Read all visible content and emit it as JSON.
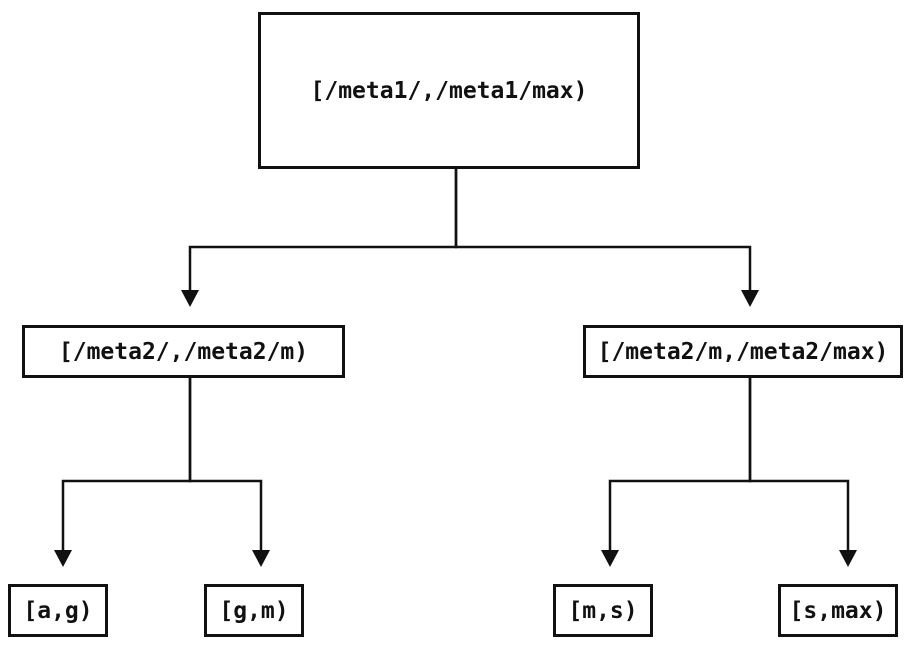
{
  "diagram": {
    "type": "binary-interval-tree",
    "background_color": "#ffffff",
    "line_color": "#111111",
    "text_color": "#111111",
    "nodes": {
      "root": {
        "label": "[/meta1/,/meta1/max)"
      },
      "meta2_left": {
        "label": "[/meta2/,/meta2/m)"
      },
      "meta2_right": {
        "label": "[/meta2/m,/meta2/max)"
      },
      "leaf_a_g": {
        "label": "[a,g)"
      },
      "leaf_g_m": {
        "label": "[g,m)"
      },
      "leaf_m_s": {
        "label": "[m,s)"
      },
      "leaf_s_max": {
        "label": "[s,max)"
      }
    },
    "edges": [
      {
        "from": "root",
        "to": "meta2_left"
      },
      {
        "from": "root",
        "to": "meta2_right"
      },
      {
        "from": "meta2_left",
        "to": "leaf_a_g"
      },
      {
        "from": "meta2_left",
        "to": "leaf_g_m"
      },
      {
        "from": "meta2_right",
        "to": "leaf_m_s"
      },
      {
        "from": "meta2_right",
        "to": "leaf_s_max"
      }
    ]
  }
}
